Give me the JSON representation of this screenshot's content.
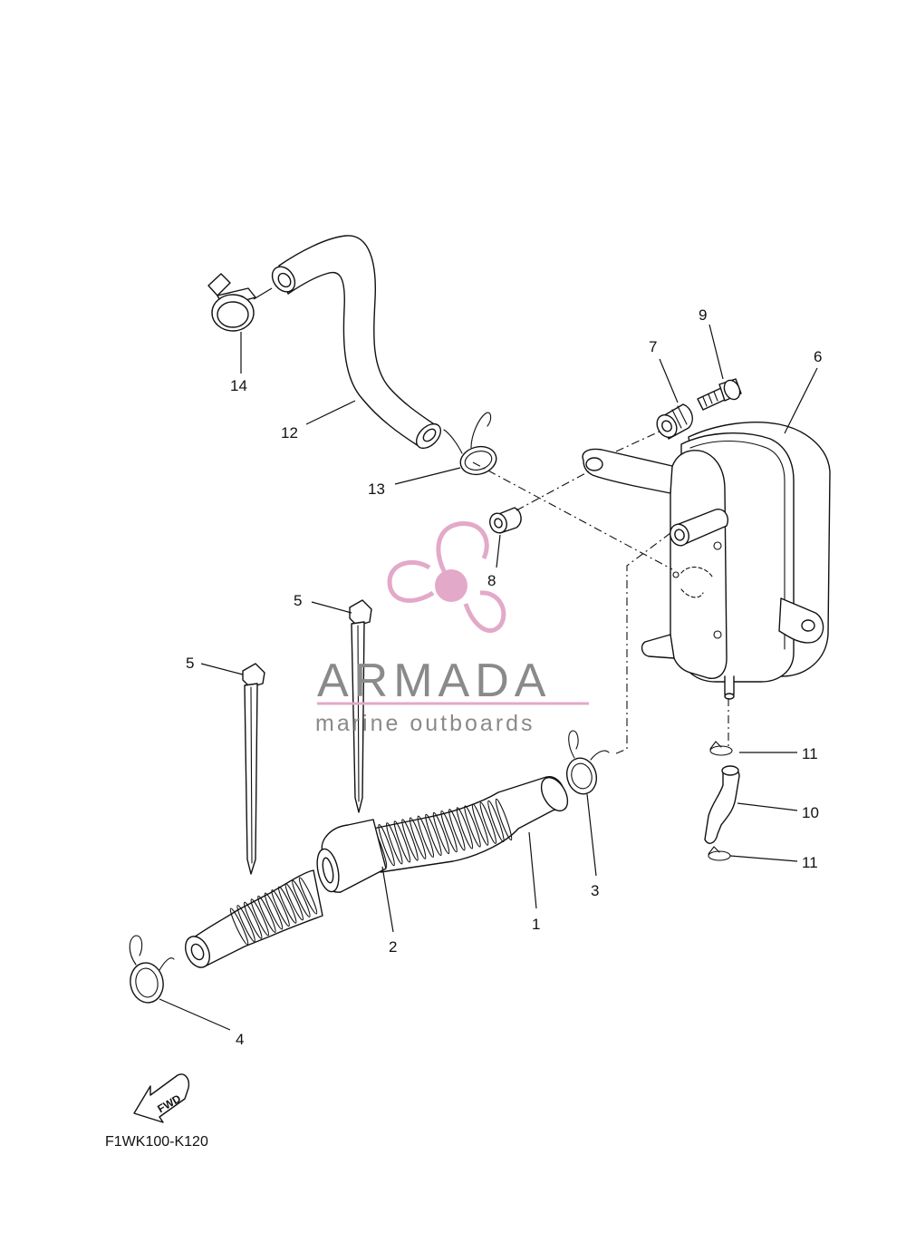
{
  "callouts": [
    "1",
    "2",
    "3",
    "4",
    "5",
    "5",
    "6",
    "7",
    "8",
    "9",
    "10",
    "11",
    "11",
    "12",
    "13",
    "14"
  ],
  "figure_code": "F1WK100-K120",
  "fwd_label": "FWD",
  "watermark": {
    "title": "ARMADA",
    "subtitle": "marine outboards",
    "color": "#e3a9c9"
  }
}
